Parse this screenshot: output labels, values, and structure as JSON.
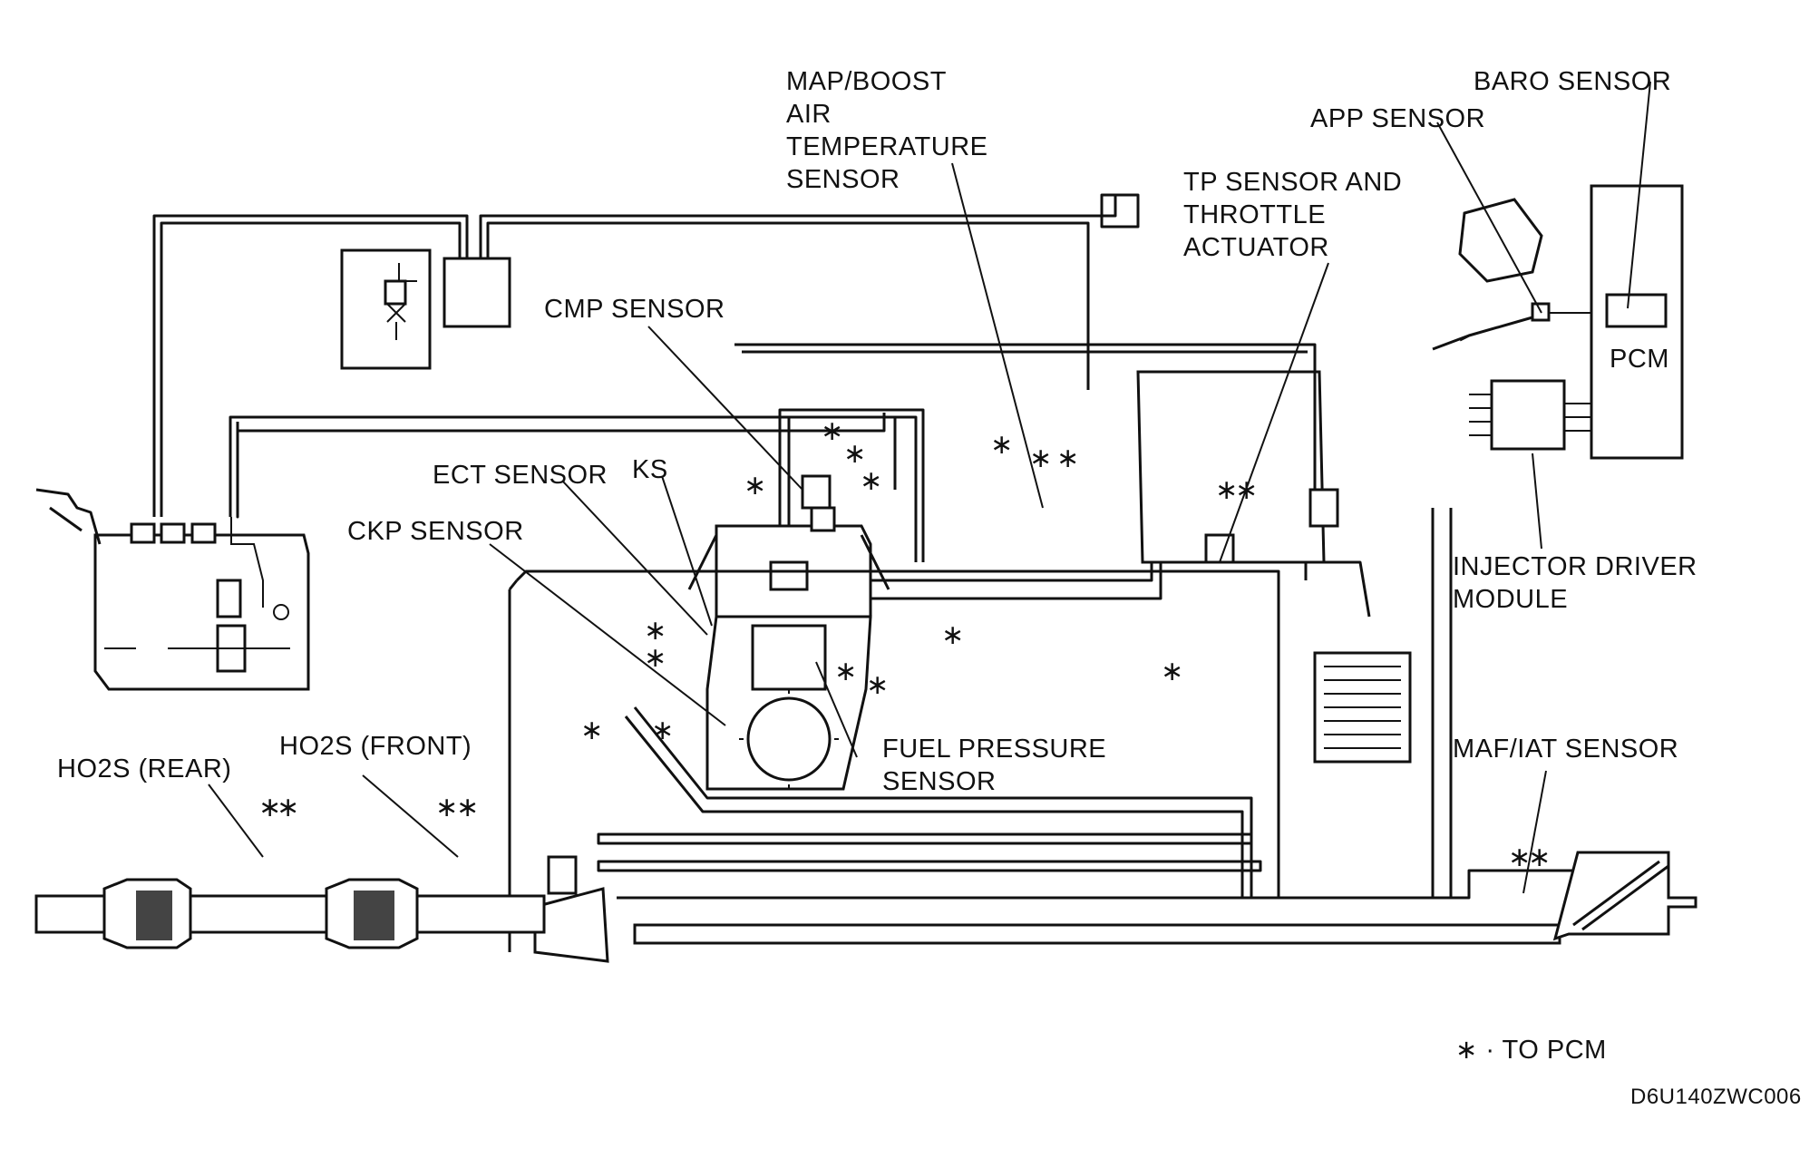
{
  "labels": {
    "map_boost": "MAP/BOOST\nAIR\nTEMPERATURE\nSENSOR",
    "baro": "BARO SENSOR",
    "app": "APP SENSOR",
    "tp": "TP SENSOR AND\nTHROTTLE\nACTUATOR",
    "pcm": "PCM",
    "cmp": "CMP SENSOR",
    "ect": "ECT SENSOR",
    "ks": "KS",
    "ckp": "CKP SENSOR",
    "injector_driver": "INJECTOR DRIVER\nMODULE",
    "fuel_pressure": "FUEL PRESSURE\nSENSOR",
    "ho2s_rear": "HO2S (REAR)",
    "ho2s_front": "HO2S (FRONT)",
    "maf_iat": "MAF/IAT SENSOR",
    "legend": "∗ · TO PCM",
    "figure_code": "D6U140ZWC006"
  },
  "legend_symbol": "∗"
}
